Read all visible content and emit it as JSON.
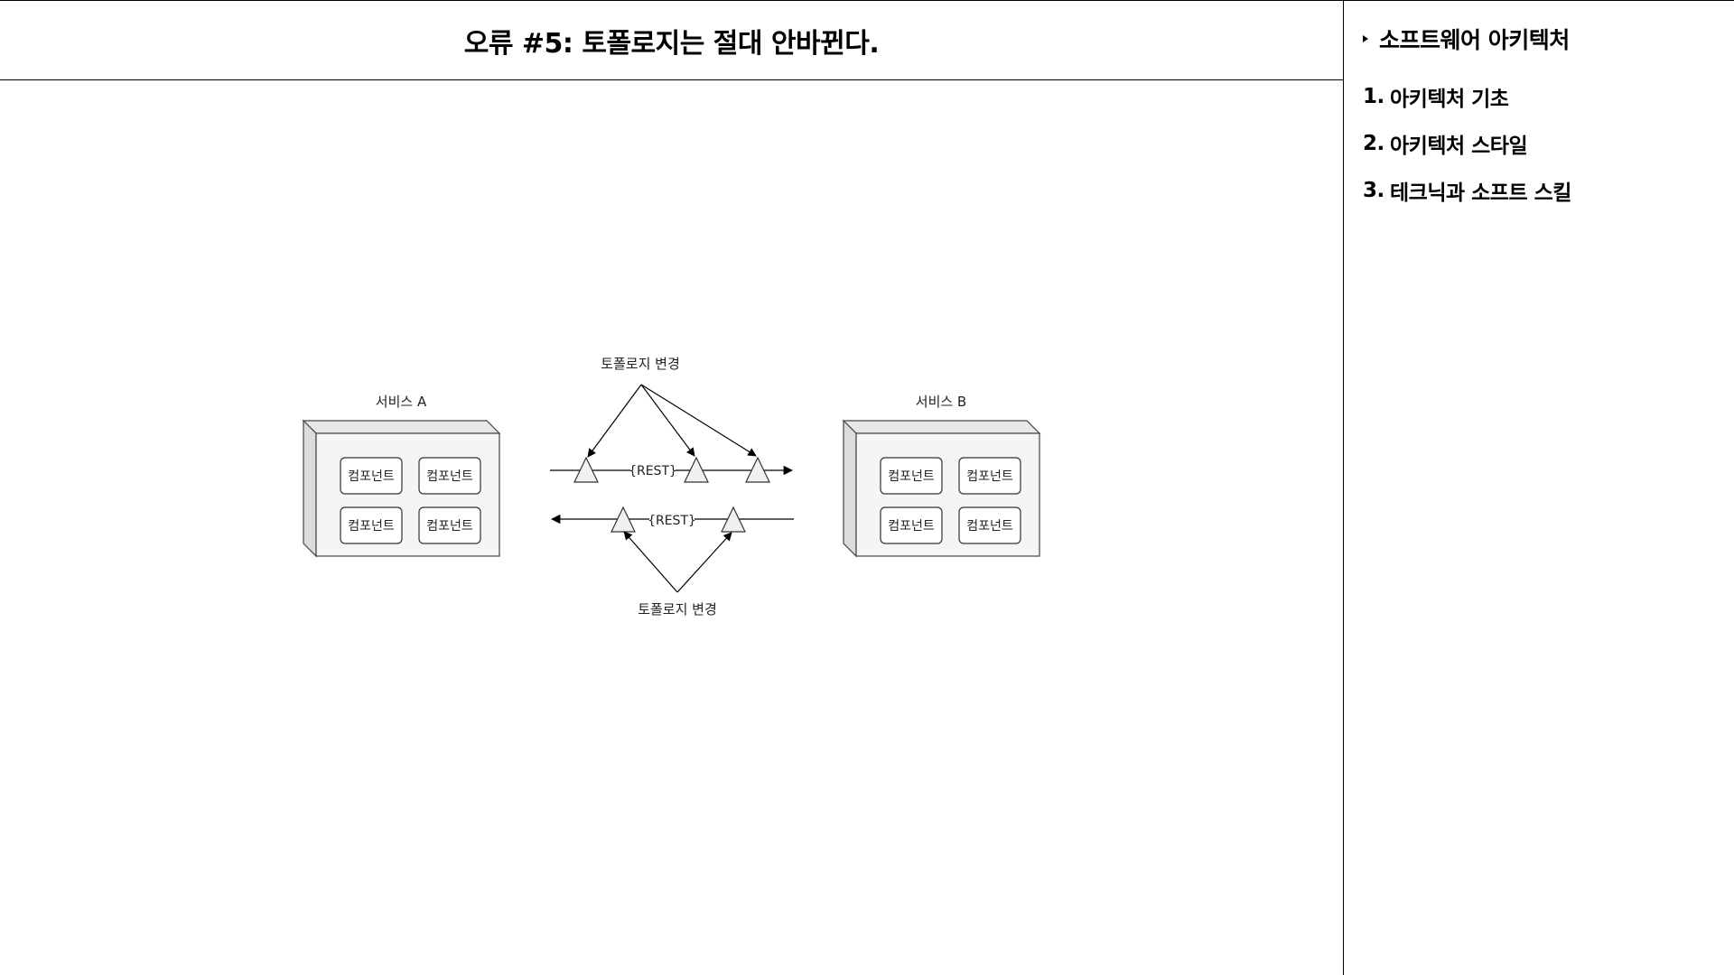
{
  "slide": {
    "title": "오류 #5: 토폴로지는 절대 안바뀐다."
  },
  "sidebar": {
    "heading": "소프트웨어 아키텍처",
    "items": [
      {
        "num": "1.",
        "label": "아키텍처 기초"
      },
      {
        "num": "2.",
        "label": "아키텍처 스타일"
      },
      {
        "num": "3.",
        "label": "테크닉과 소프트 스킬"
      }
    ]
  },
  "diagram": {
    "service_a": {
      "label": "서비스 A",
      "components": [
        "컴포넌트",
        "컴포넌트",
        "컴포넌트",
        "컴포넌트"
      ]
    },
    "service_b": {
      "label": "서비스 B",
      "components": [
        "컴포넌트",
        "컴포넌트",
        "컴포넌트",
        "컴포넌트"
      ]
    },
    "top_link_label": "{REST}",
    "bottom_link_label": "{REST}",
    "top_change_label": "토폴로지 변경",
    "bottom_change_label": "토폴로지 변경",
    "colors": {
      "box_fill": "#f5f5f5",
      "line": "#333333",
      "component_fill": "#ffffff"
    }
  }
}
